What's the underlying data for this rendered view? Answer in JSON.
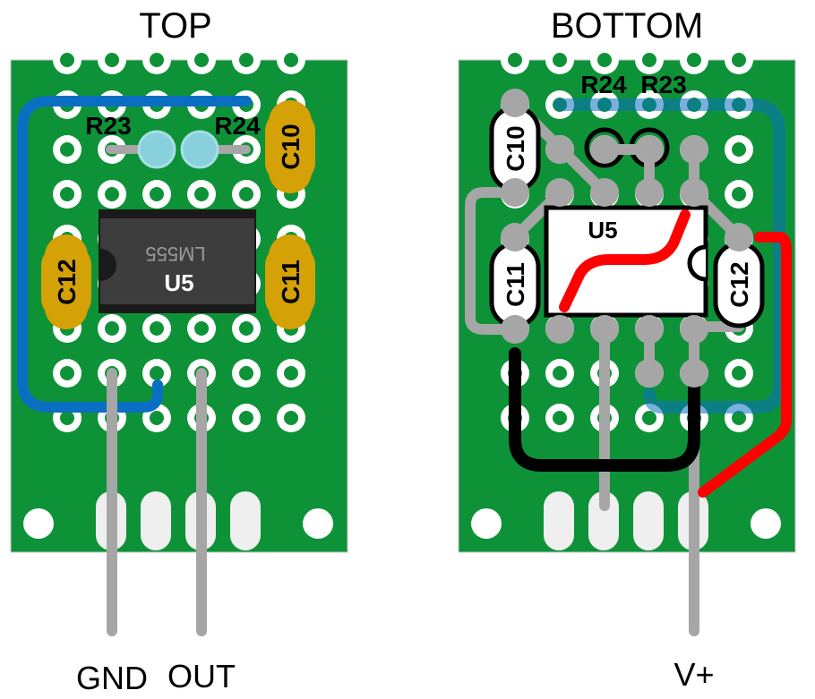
{
  "views": {
    "top": {
      "title": "TOP",
      "ic": {
        "ref": "U5",
        "marking": "LM555"
      },
      "resistors": [
        "R23",
        "R24"
      ],
      "capacitors": [
        "C10",
        "C11",
        "C12"
      ],
      "outputs": {
        "gnd": "GND",
        "out": "OUT"
      }
    },
    "bottom": {
      "title": "BOTTOM",
      "ic": {
        "ref": "U5"
      },
      "resistors": [
        "R24",
        "R23"
      ],
      "capacitors": [
        "C10",
        "C11",
        "C12"
      ],
      "outputs": {
        "vplus": "V+"
      }
    }
  },
  "colors": {
    "board": "#0e9238",
    "wire_blue": "#0a6fc2",
    "wire_red": "#ff0000",
    "wire_black": "#000000",
    "wire_gray": "#a6a6a6",
    "capacitor": "#d4a106",
    "ic_body": "#3d3d3d"
  }
}
